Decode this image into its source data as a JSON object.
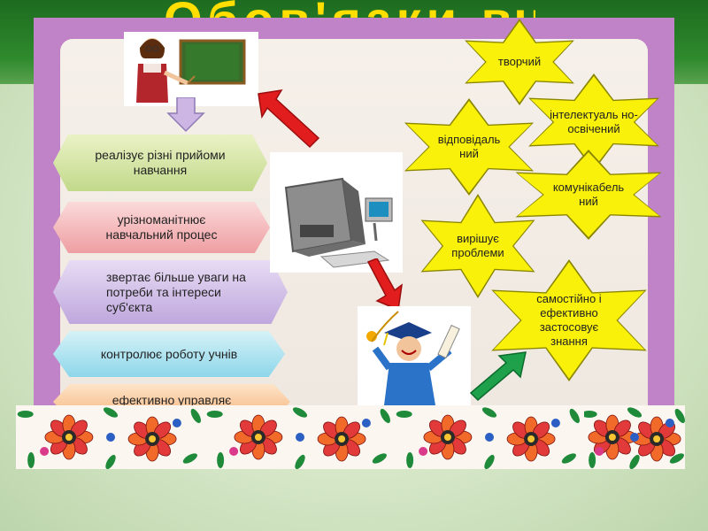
{
  "title": "Обов'язки вчителя",
  "left_column": {
    "items": [
      {
        "text": "реалізує різні прийоми навчання"
      },
      {
        "text": "урізноманітнює навчальний процес"
      },
      {
        "text": "звертає більше уваги на потреби та інтереси суб'єкта"
      },
      {
        "text": "контролює роботу учнів"
      },
      {
        "text": "ефективно управляє"
      }
    ]
  },
  "stars": [
    {
      "text": "творчий"
    },
    {
      "text": "інтелектуаль но-освічений"
    },
    {
      "text": "відповідаль ний"
    },
    {
      "text": "комунікабель ний"
    },
    {
      "text": "вирішує проблеми"
    },
    {
      "text": "самостійно і ефективно застосовує знання"
    }
  ],
  "icons": [
    "teacher-at-blackboard-icon",
    "computer-icon",
    "graduate-student-icon"
  ],
  "colors": {
    "frame": "#c183c7",
    "star": "#f9f109",
    "red_arrow": "#e11d1d",
    "green_arrow": "#1ea14a",
    "title": "#ffde00"
  }
}
